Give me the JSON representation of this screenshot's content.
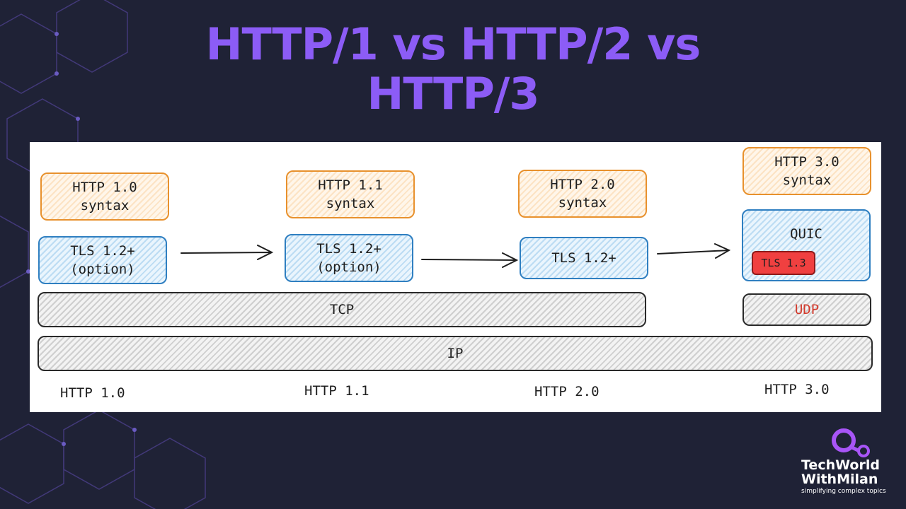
{
  "title": {
    "line1": "HTTP/1 vs HTTP/2 vs",
    "line2": "HTTP/3"
  },
  "diagram": {
    "http10": {
      "syntax": "HTTP 1.0\nsyntax",
      "tls": "TLS 1.2+\n(option)",
      "label": "HTTP 1.0"
    },
    "http11": {
      "syntax": "HTTP 1.1\nsyntax",
      "tls": "TLS 1.2+\n(option)",
      "label": "HTTP 1.1"
    },
    "http20": {
      "syntax": "HTTP 2.0\nsyntax",
      "tls": "TLS 1.2+",
      "label": "HTTP 2.0"
    },
    "http30": {
      "syntax": "HTTP 3.0\nsyntax",
      "quic": "QUIC",
      "tls": "TLS 1.3",
      "udp": "UDP",
      "label": "HTTP 3.0"
    },
    "tcp": "TCP",
    "ip": "IP"
  },
  "logo": {
    "line1": "TechWorld",
    "line2": "WithMilan",
    "tagline": "simplifying complex topics"
  },
  "colors": {
    "background": "#1f2236",
    "title": "#8c5cf6",
    "orange": "#e8912d",
    "blue": "#2f7fc1",
    "tls13": "#f04040",
    "udp": "#d33a2c",
    "logo_accent": "#a855f7"
  }
}
